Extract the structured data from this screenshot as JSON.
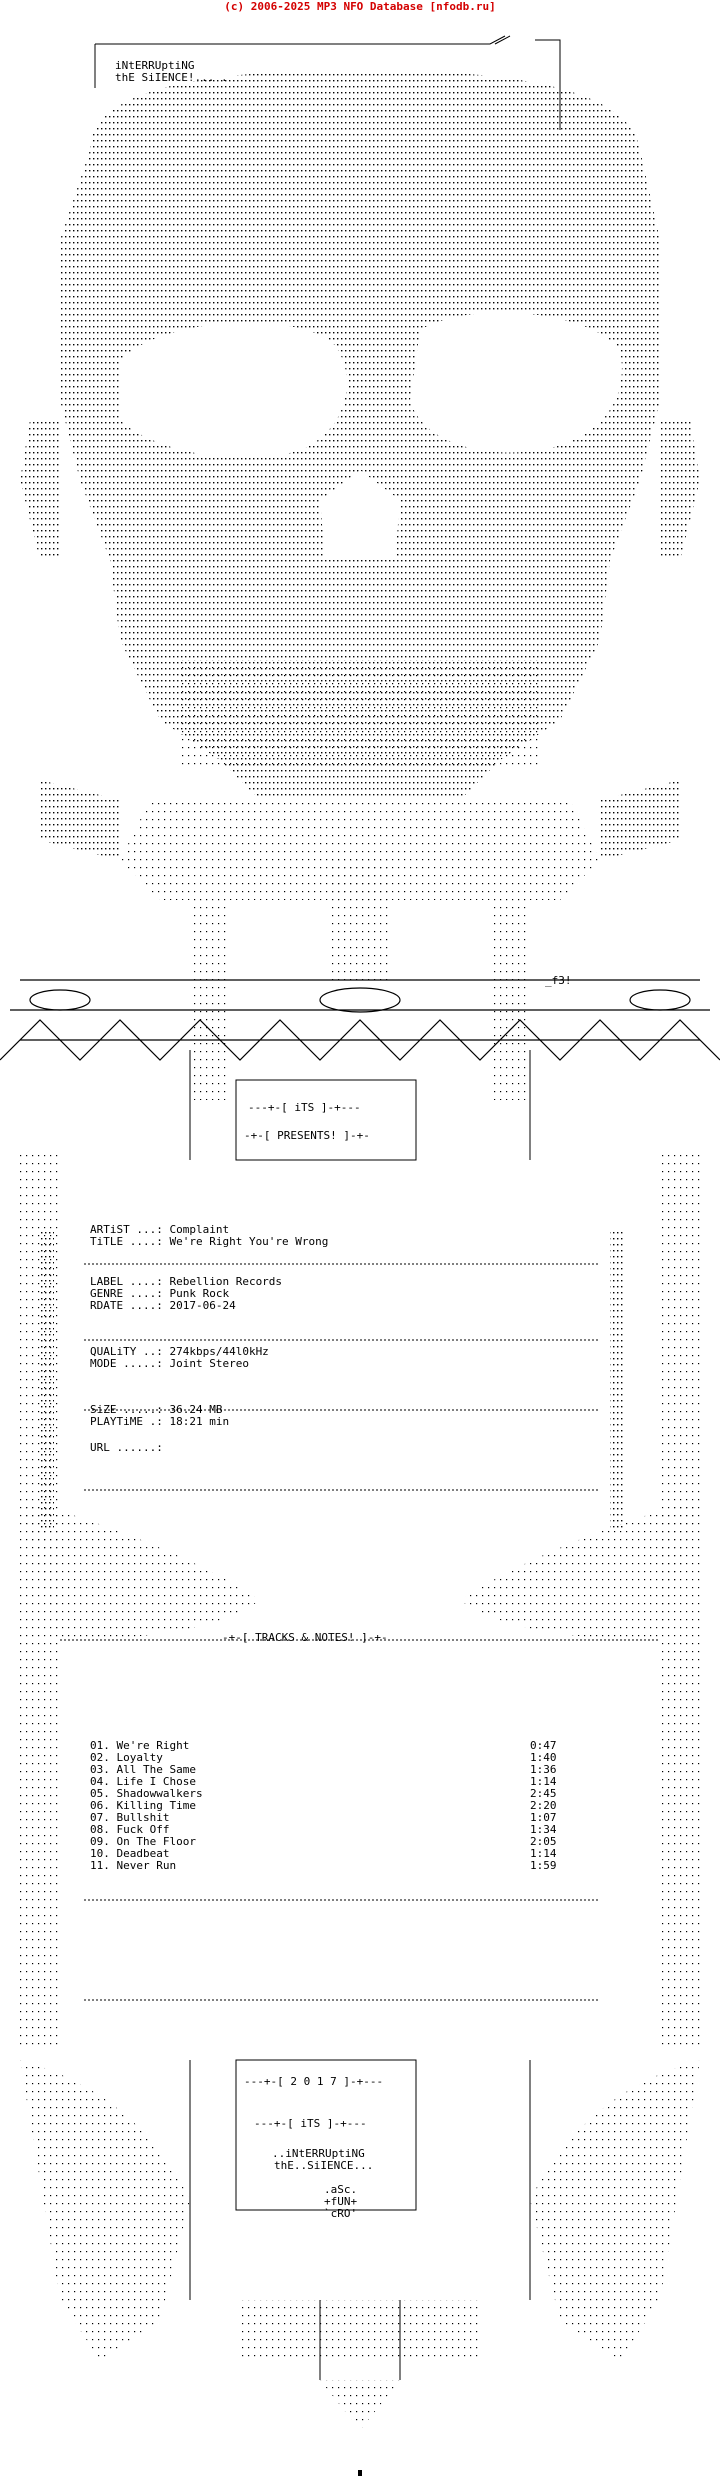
{
  "banner": "(c) 2006-2025 MP3 NFO Database [nfodb.ru]",
  "header": {
    "line1": "iNtERRUptiNG",
    "line2": "thE SiIENCE!... ."
  },
  "presents": {
    "l1": "---+-[ iTS ]-+---",
    "l2": "-+-[ PRESENTS! ]-+-"
  },
  "info": {
    "artist": "ARTiST ...: Complaint",
    "title": "TiTLE ....: We're Right You're Wrong",
    "label": "LABEL ....: Rebellion Records",
    "genre": "GENRE ....: Punk Rock",
    "rdate": "RDATE ....: 2017-06-24",
    "quality": "QUALiTY ..: 274kbps/44l0kHz",
    "mode": "MODE .....: Joint Stereo",
    "size": "SiZE .....: 36.24 MB",
    "playtime": "PLAYTiME .: 18:21 min",
    "url": "URL ......:"
  },
  "notes_header": "-+-[ TRACKS & NOTES! ]-+-",
  "tracks": [
    {
      "name": "01. We're Right",
      "time": "0:47"
    },
    {
      "name": "02. Loyalty",
      "time": "1:40"
    },
    {
      "name": "03. All The Same",
      "time": "1:36"
    },
    {
      "name": "04. Life I Chose",
      "time": "1:14"
    },
    {
      "name": "05. Shadowwalkers",
      "time": "2:45"
    },
    {
      "name": "06. Killing Time",
      "time": "2:20"
    },
    {
      "name": "07. Bullshit",
      "time": "1:07"
    },
    {
      "name": "08. Fuck Off",
      "time": "1:34"
    },
    {
      "name": "09. On The Floor",
      "time": "2:05"
    },
    {
      "name": "10. Deadbeat",
      "time": "1:14"
    },
    {
      "name": "11. Never Run",
      "time": "1:59"
    }
  ],
  "footer": {
    "year": "---+-[ 2 0 1 7 ]-+---",
    "its": "---+-[ iTS ]-+---",
    "c1": "..iNtERRUptiNG",
    "c2": "thE..SiIENCE...",
    "s1": ".aSc.",
    "s2": "+fUN+",
    "s3": "`cRO'"
  },
  "signature": "_f3!"
}
